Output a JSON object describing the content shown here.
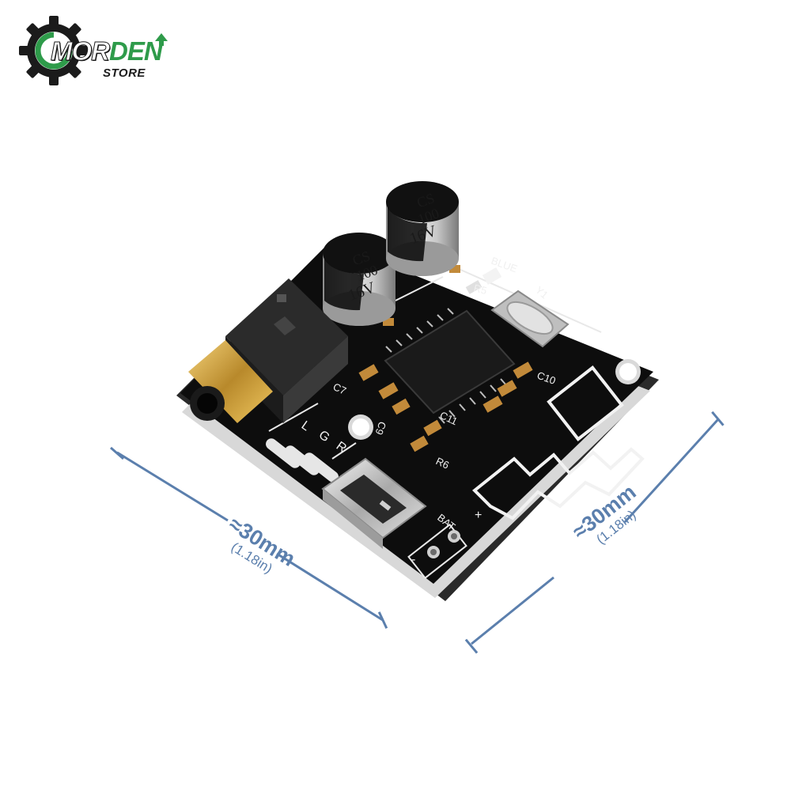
{
  "logo": {
    "brand_prefix": "MOR",
    "brand_suffix": "DEN",
    "subtitle": "STORE"
  },
  "dimensions": {
    "left": {
      "main": "≈30mm",
      "sub": "(1.18in)"
    },
    "right": {
      "main": "≈30mm",
      "sub": "(1.18in)"
    }
  },
  "board": {
    "capacitor_1": {
      "line1": "CS",
      "line2": "100",
      "line3": "16V"
    },
    "capacitor_2": {
      "line1": "CS",
      "line2": "100",
      "line3": "16V"
    },
    "labels": {
      "blue": "BLUE",
      "r5": "R5",
      "y1": "Y1",
      "c10": "C10",
      "c7": "C7",
      "c9": "C9",
      "c11": "C11",
      "r6": "R6",
      "l": "L",
      "g": "G",
      "r": "R",
      "bat": "BAT",
      "plus": "+",
      "minus": "-"
    }
  },
  "colors": {
    "board": "#0d0d0d",
    "dimension": "#5b7fad",
    "brand_green": "#2e9b4a"
  }
}
